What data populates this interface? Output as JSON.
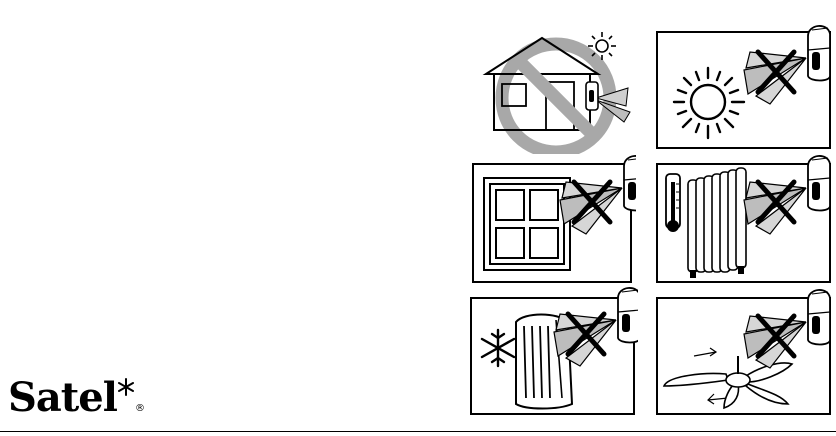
{
  "brand": {
    "name": "Satel",
    "registered_mark": "®"
  },
  "illustrations": [
    {
      "id": "house",
      "icon": "house-sun-prohibited-icon"
    },
    {
      "id": "sun",
      "icon": "sun-icon"
    },
    {
      "id": "window",
      "icon": "window-icon"
    },
    {
      "id": "radiator",
      "icon": "radiator-thermometer-icon"
    },
    {
      "id": "air-conditioner",
      "icon": "air-conditioner-snowflake-icon"
    },
    {
      "id": "ceiling-fan",
      "icon": "ceiling-fan-icon"
    }
  ],
  "colors": {
    "prohibition": "#a8a8a8",
    "beam": "#b8b8b8",
    "ink": "#000000"
  }
}
